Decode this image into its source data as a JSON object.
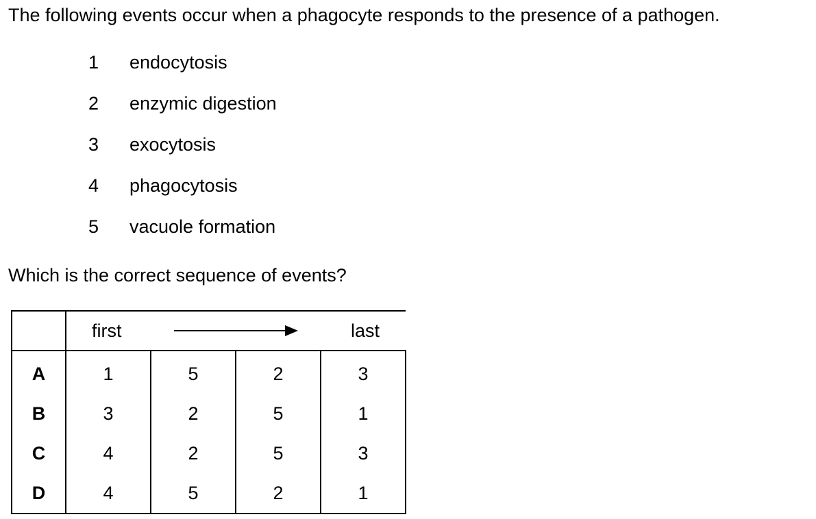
{
  "intro_text": "The following events occur when a phagocyte responds to the presence of a pathogen.",
  "events": [
    {
      "number": "1",
      "name": "endocytosis"
    },
    {
      "number": "2",
      "name": "enzymic digestion"
    },
    {
      "number": "3",
      "name": "exocytosis"
    },
    {
      "number": "4",
      "name": "phagocytosis"
    },
    {
      "number": "5",
      "name": "vacuole formation"
    }
  ],
  "question": "Which is the correct sequence of events?",
  "table": {
    "header_first": "first",
    "header_last": "last",
    "rows": [
      {
        "key": "A",
        "values": [
          "1",
          "5",
          "2",
          "3"
        ]
      },
      {
        "key": "B",
        "values": [
          "3",
          "2",
          "5",
          "1"
        ]
      },
      {
        "key": "C",
        "values": [
          "4",
          "2",
          "5",
          "3"
        ]
      },
      {
        "key": "D",
        "values": [
          "4",
          "5",
          "2",
          "1"
        ]
      }
    ]
  },
  "icons": {
    "header_arrow": "right-arrow-icon"
  }
}
